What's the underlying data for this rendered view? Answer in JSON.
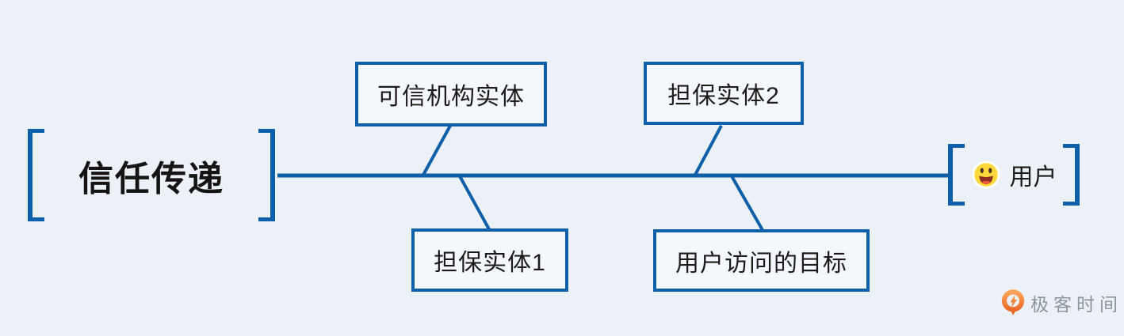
{
  "diagram": {
    "root": {
      "label": "信任传递"
    },
    "spine_nodes_top": [
      {
        "label": "可信机构实体"
      },
      {
        "label": "担保实体2"
      }
    ],
    "spine_nodes_bottom": [
      {
        "label": "担保实体1"
      },
      {
        "label": "用户访问的目标"
      }
    ],
    "end_node": {
      "icon": "smiley-emoji",
      "label": "用户"
    },
    "colors": {
      "accent_blue": "#0e5fa9",
      "background": "#ecf1f8",
      "node_fill": "#f4f8fd",
      "text_dark": "#1b1b1b"
    }
  },
  "brand": {
    "icon": "geektime-logo",
    "name": "极客时间",
    "text_color": "#8d949d",
    "logo_orange": "#eb6a28"
  }
}
